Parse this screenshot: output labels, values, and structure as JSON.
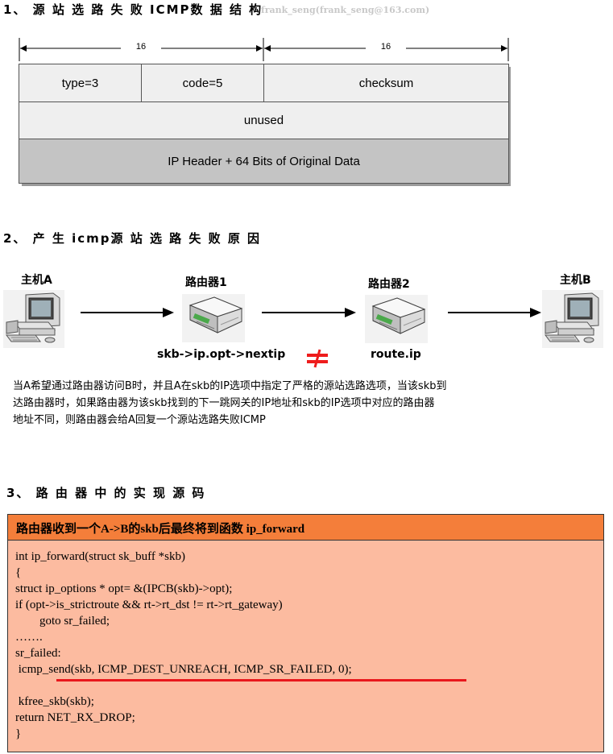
{
  "section1": {
    "title": "1、 源 站 选 路 失 败 ICMP数 据 结 构",
    "watermark": "frank_seng(frank_seng@163.com)",
    "bits_left": "16",
    "bits_right": "16",
    "row1": [
      "type=3",
      "code=5",
      "checksum"
    ],
    "row2": "unused",
    "row3": "IP Header + 64 Bits of Original Data"
  },
  "section2": {
    "title": "2、 产 生 icmp源 站 选 路 失 败 原 因",
    "host_a": "主机A",
    "router1": "路由器1",
    "router2": "路由器2",
    "host_b": "主机B",
    "router1_caption": "skb->ip.opt->nextip",
    "router2_caption": "route.ip",
    "description": [
      "当A希望通过路由器访问B时，并且A在skb的IP选项中指定了严格的源站选路选项，当该skb到",
      "达路由器时，如果路由器为该skb找到的下一跳网关的IP地址和skb的IP选项中对应的路由器",
      "地址不同，则路由器会给A回复一个源站选路失败ICMP"
    ]
  },
  "section3": {
    "title": "3、 路 由 器 中 的 实 现 源 码",
    "code_title": "路由器收到一个A->B的skb后最终将到函数 ip_forward",
    "code": [
      "int ip_forward(struct sk_buff *skb)",
      "{",
      "struct ip_options * opt= &(IPCB(skb)->opt);",
      "if (opt->is_strictroute && rt->rt_dst != rt->rt_gateway)",
      "        goto sr_failed;",
      "…….",
      "sr_failed:",
      " icmp_send(skb, ICMP_DEST_UNREACH, ICMP_SR_FAILED, 0);",
      "",
      " kfree_skb(skb);",
      "return NET_RX_DROP;",
      "}"
    ]
  },
  "colors": {
    "cell_light": "#efefef",
    "cell_dark": "#c4c4c4",
    "code_bg": "#fcbba0",
    "code_header": "#f47e3a",
    "underline": "#e8171c",
    "not_equal": "#ee1c1c"
  }
}
